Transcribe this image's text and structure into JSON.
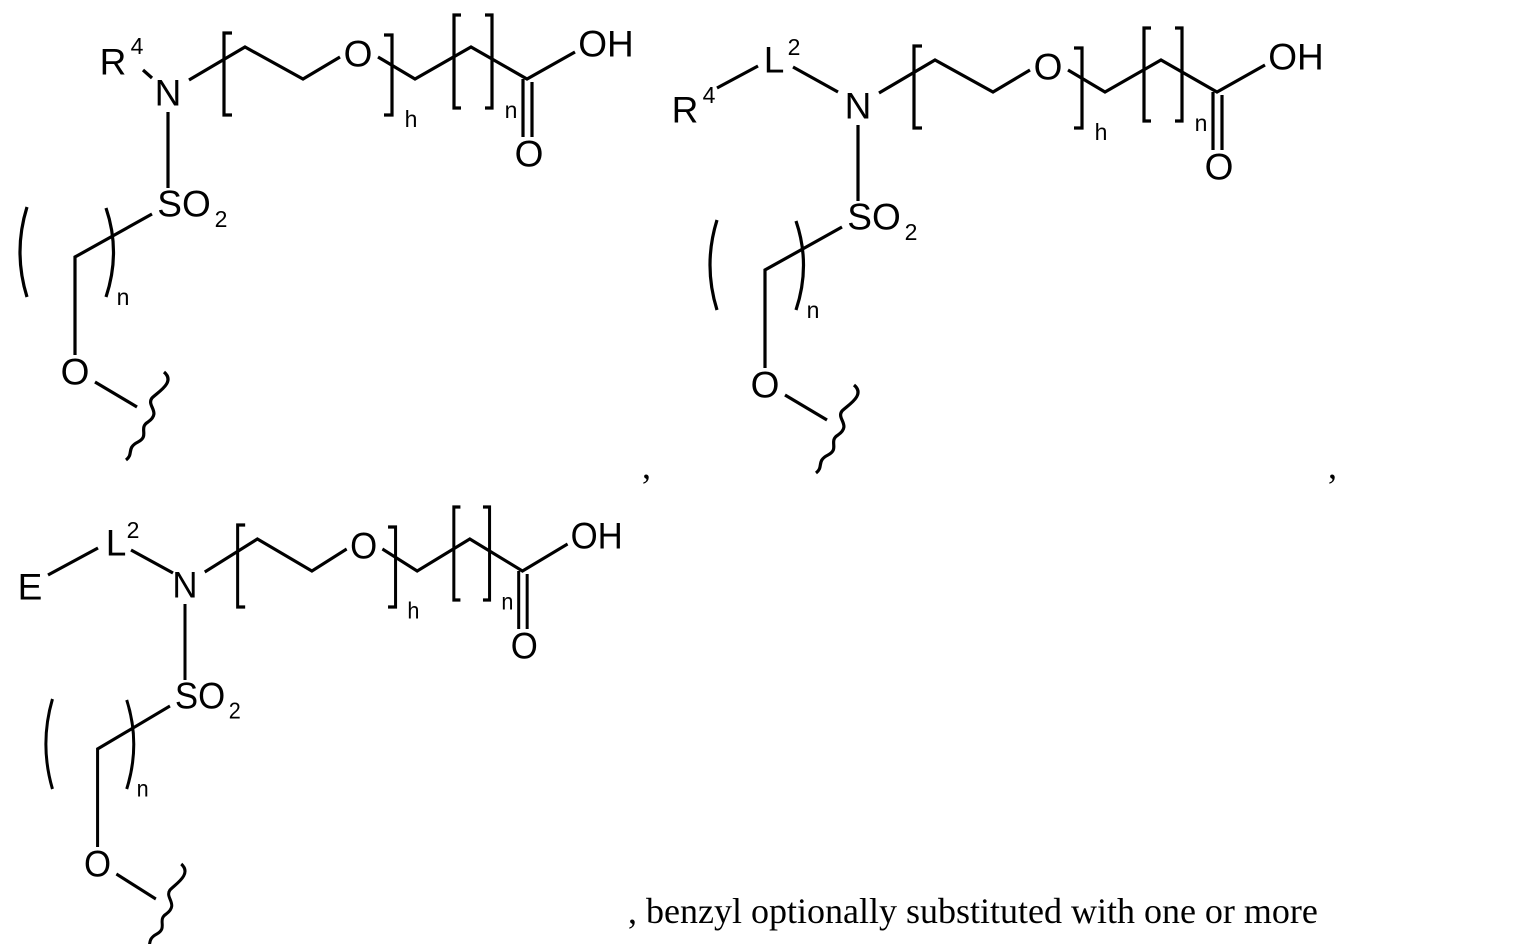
{
  "structures": [
    {
      "name": "structure-1-r4",
      "prefix": {
        "r": "R",
        "r_sup": "4"
      },
      "core": {
        "n": "N",
        "ether_o": "O",
        "oh": "OH",
        "carbonyl_o": "O",
        "so": "SO",
        "so_sub": "2",
        "linker_o": "O",
        "h": "h",
        "n1": "n",
        "n2": "n"
      }
    },
    {
      "name": "structure-2-r4-l2",
      "prefix": {
        "r": "R",
        "r_sup": "4",
        "l": "L",
        "l_sup": "2"
      },
      "core": {
        "n": "N",
        "ether_o": "O",
        "oh": "OH",
        "carbonyl_o": "O",
        "so": "SO",
        "so_sub": "2",
        "linker_o": "O",
        "h": "h",
        "n1": "n",
        "n2": "n"
      }
    },
    {
      "name": "structure-3-e-l2",
      "prefix": {
        "e": "E",
        "l": "L",
        "l_sup": "2"
      },
      "core": {
        "n": "N",
        "ether_o": "O",
        "oh": "OH",
        "carbonyl_o": "O",
        "so": "SO",
        "so_sub": "2",
        "linker_o": "O",
        "h": "h",
        "n1": "n",
        "n2": "n"
      }
    }
  ],
  "separators": [
    ",",
    ","
  ],
  "caption": ", benzyl optionally substituted with one or more"
}
